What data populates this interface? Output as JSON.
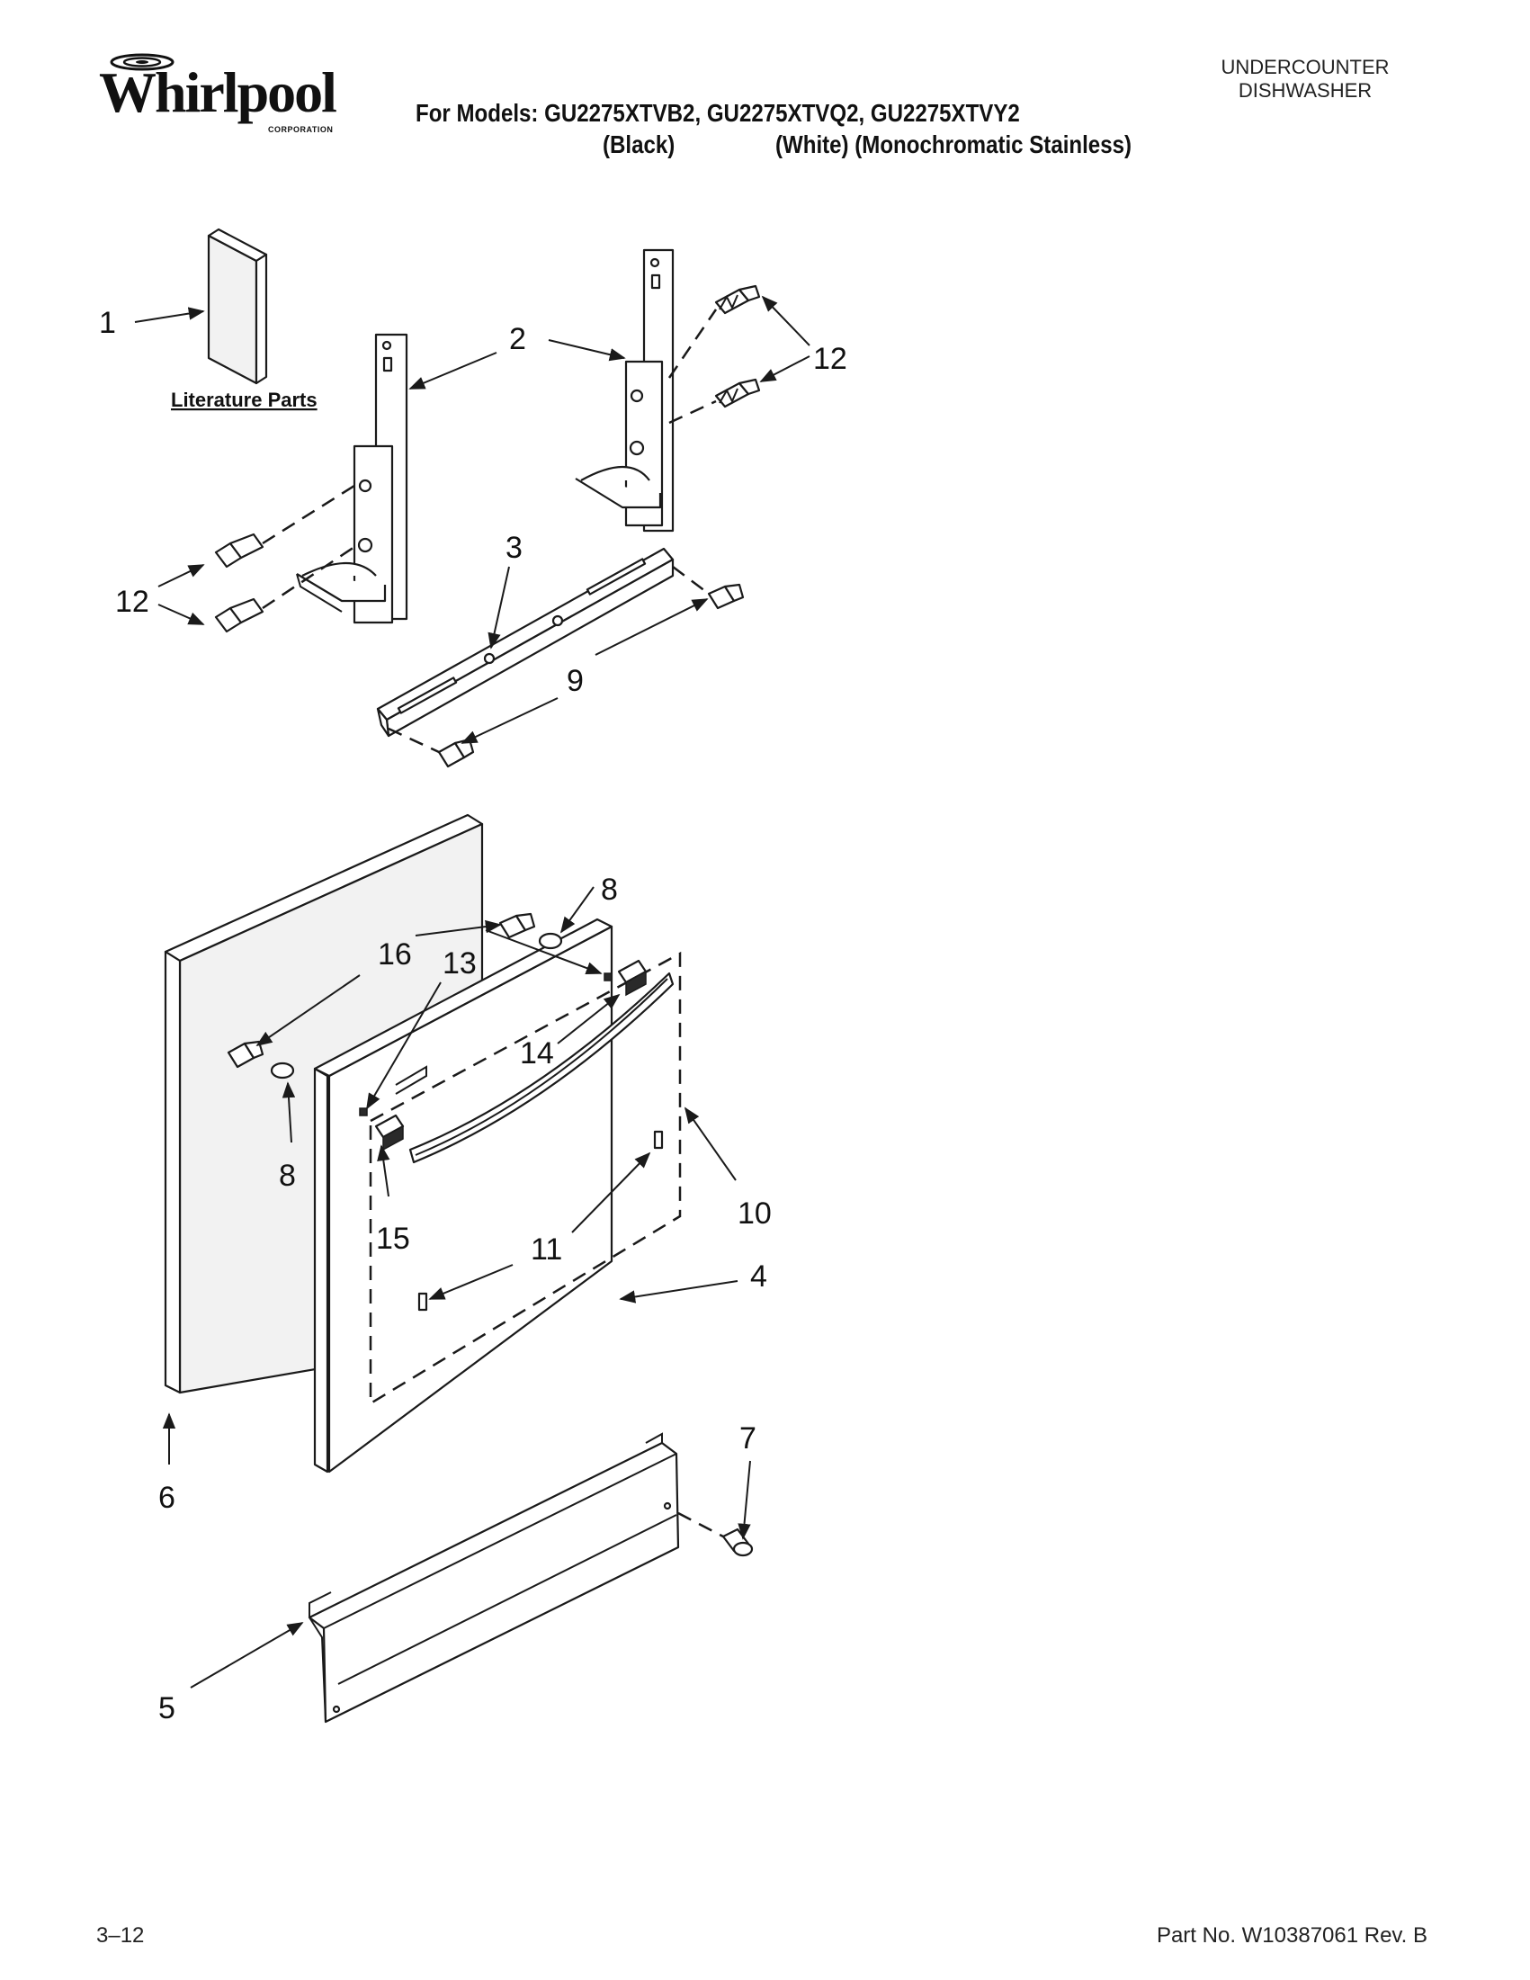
{
  "brand": {
    "name": "Whirlpool",
    "subtitle": "CORPORATION"
  },
  "header": {
    "models_line": "For Models: GU2275XTVB2, GU2275XTVQ2, GU2275XTVY2",
    "variant_black": "(Black)",
    "variant_white": "(White) (Monochromatic Stainless)",
    "category_line1": "UNDERCOUNTER",
    "category_line2": "DISHWASHER"
  },
  "diagram": {
    "literature_label": "Literature Parts",
    "callouts": {
      "c1": "1",
      "c2": "2",
      "c3": "3",
      "c4": "4",
      "c5": "5",
      "c6": "6",
      "c7": "7",
      "c8a": "8",
      "c8b": "8",
      "c9": "9",
      "c10": "10",
      "c11": "11",
      "c12a": "12",
      "c12b": "12",
      "c13": "13",
      "c14": "14",
      "c15": "15",
      "c16": "16"
    }
  },
  "footer": {
    "page_number": "3–12",
    "part_number": "Part No. W10387061 Rev. B"
  }
}
